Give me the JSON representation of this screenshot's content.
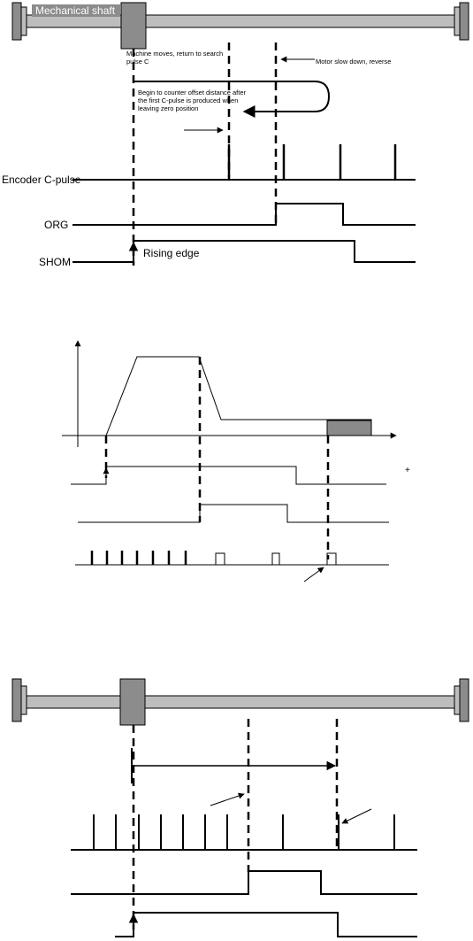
{
  "top": {
    "shaft_label": "Mechanical shaft",
    "note_search_line1": "Machine moves, return to search",
    "note_search_line2": "pulse C",
    "note_slow": "Motor slow down, reverse",
    "note_offset_line1": "Begin to counter offset distance after",
    "note_offset_line2": "the first C-pulse is produced when",
    "note_offset_line3": "leaving zero position",
    "signal_encoder": "Encoder C-pulse",
    "signal_org": "ORG",
    "signal_shom": "SHOM",
    "rising_edge": "Rising edge"
  },
  "middle": {
    "plus_mark": "+"
  },
  "colors": {
    "shaft_fill": "#bdbdbd",
    "block_fill": "#8c8c8c",
    "stroke": "#000000",
    "shaded_zone": "#8a8a8a"
  }
}
